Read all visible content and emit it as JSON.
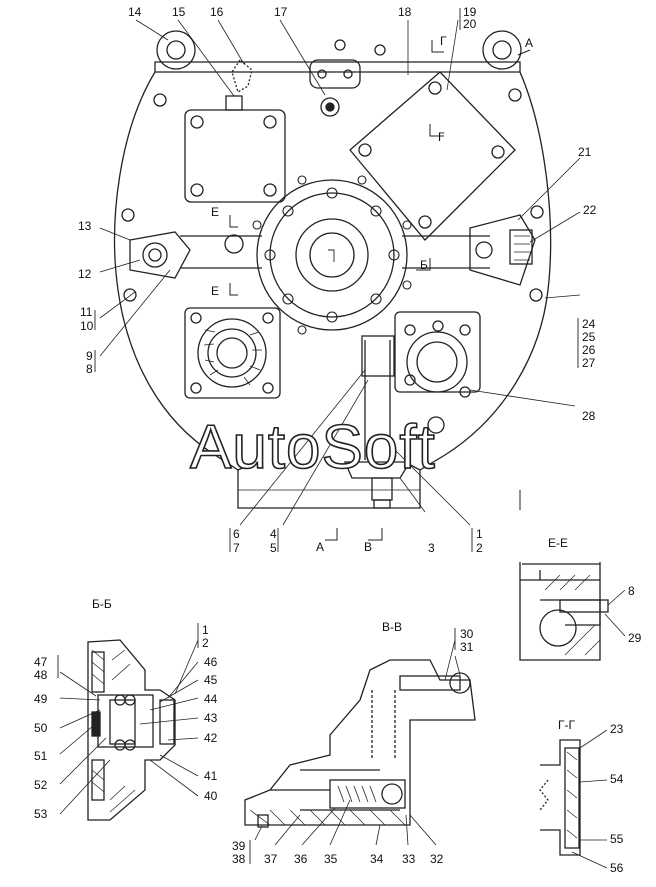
{
  "watermark": "AutoSoft",
  "labels": {
    "n14": "14",
    "n15": "15",
    "n16": "16",
    "n17": "17",
    "n18": "18",
    "n19": "19",
    "n20": "20",
    "n21": "21",
    "n22": "22",
    "n13": "13",
    "n12": "12",
    "n11": "11",
    "n10": "10",
    "n9": "9",
    "n8a": "8",
    "n24": "24",
    "n25": "25",
    "n26": "26",
    "n27": "27",
    "n28": "28",
    "n6": "6",
    "n7": "7",
    "n4": "4",
    "n5": "5",
    "n3": "3",
    "n1a": "1",
    "n2a": "2",
    "n1b": "1",
    "n2b": "2",
    "n46": "46",
    "n45": "45",
    "n44": "44",
    "n43": "43",
    "n42": "42",
    "n41": "41",
    "n40": "40",
    "n47": "47",
    "n48": "48",
    "n49": "49",
    "n50": "50",
    "n51": "51",
    "n52": "52",
    "n53": "53",
    "n30": "30",
    "n31": "31",
    "n39": "39",
    "n38": "38",
    "n37": "37",
    "n36": "36",
    "n35": "35",
    "n34": "34",
    "n33": "33",
    "n32": "32",
    "n8b": "8",
    "n29": "29",
    "n23": "23",
    "n54": "54",
    "n55": "55",
    "n56": "56"
  },
  "sections": {
    "bb_title": "Б-Б",
    "vv_title": "В-В",
    "ee_title": "Е-Е",
    "gg_title": "Г-Г",
    "mark_A_top": "А",
    "mark_A_bottom": "А",
    "mark_V_bottom": "В",
    "mark_G_1": "Г",
    "mark_G_2": "Г",
    "mark_B_mid": "Б",
    "mark_E_1": "Е",
    "mark_E_2": "Е"
  }
}
